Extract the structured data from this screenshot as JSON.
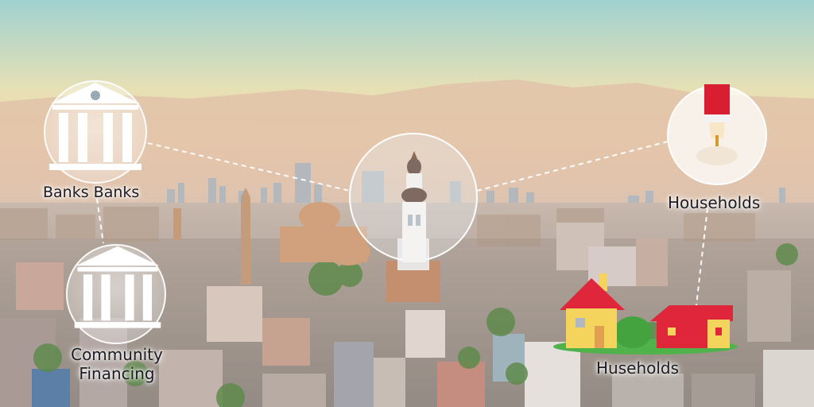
{
  "labels": {
    "banks": "Banks Banks",
    "community_line1": "Community",
    "community_line2": "Financing",
    "households_top": "Households",
    "households_bottom": "Huseholds"
  },
  "colors": {
    "sky_top": "#9fd2d0",
    "sky_mid": "#f1ddb0",
    "sky_horizon": "#f6c99a",
    "house_yellow": "#f4d45c",
    "house_red": "#e0263a",
    "grass": "#4fb24a"
  },
  "icons": [
    "bank-icon",
    "bank-icon",
    "tower-icon",
    "pin-icon",
    "house-icon"
  ]
}
